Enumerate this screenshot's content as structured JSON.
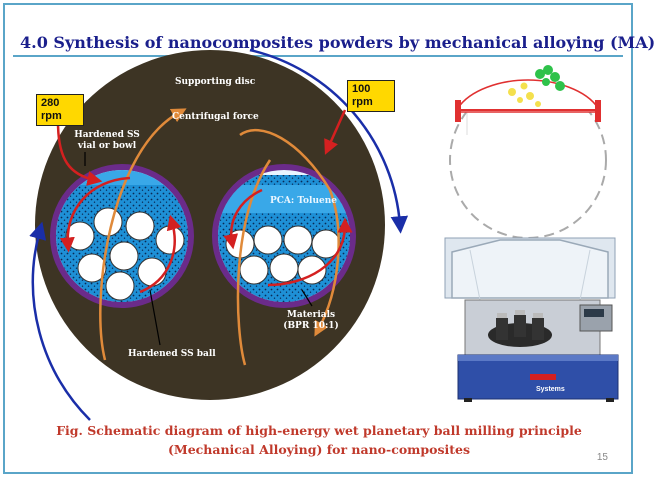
{
  "title": "4.0 Synthesis of nanocomposites powders by mechanical alloying (MA)",
  "diagram": {
    "rpm_left": "280 rpm",
    "rpm_right": "100 rpm",
    "supporting_disc": "Supporting disc",
    "centrifugal_force": "Centrifugal force",
    "vial_label": "Hardened SS vial or bowl",
    "pca_label": "PCA: Toluene",
    "materials_label": "Materials (BPR 10:1)",
    "ball_label": "Hardened SS ball"
  },
  "machine": {
    "brand": "Systems"
  },
  "caption": {
    "line1": "Fig. Schematic diagram of high-energy wet planetary ball milling principle",
    "line2": "(Mechanical Alloying) for nano-composites"
  },
  "page_number": "15",
  "colors": {
    "title": "#1a1f8c",
    "caption": "#c0392b",
    "disc": "#3d3424",
    "liquid": "#1e90d6",
    "arrow_red": "#d42020",
    "arrow_orange": "#e08a3a",
    "arrow_blue": "#1a2ea8"
  }
}
